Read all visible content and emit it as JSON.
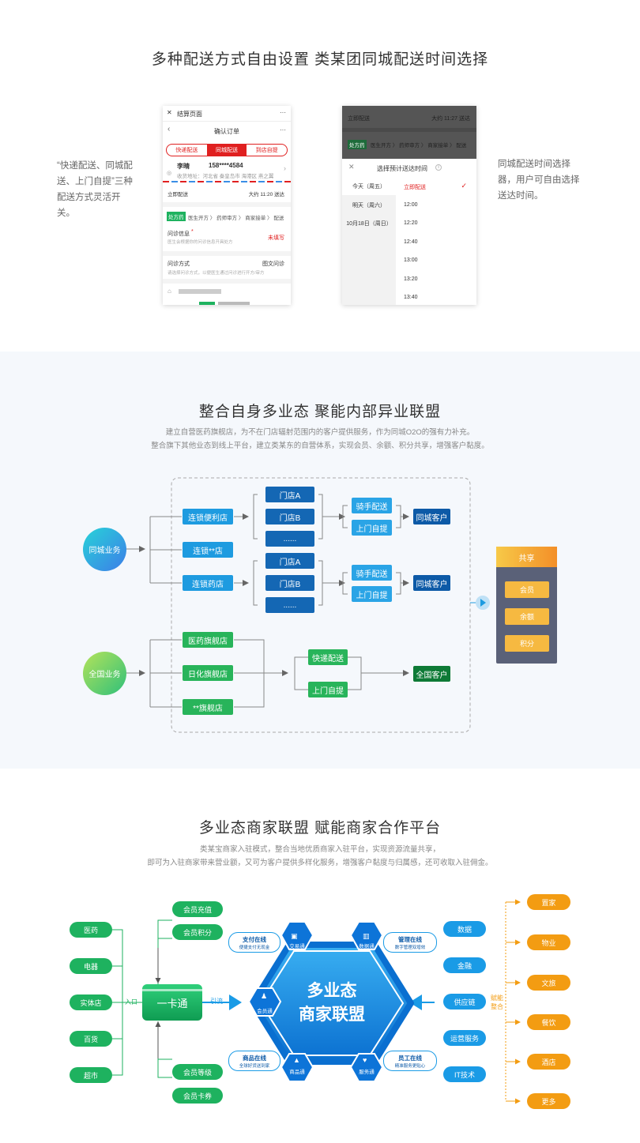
{
  "section1": {
    "title": "多种配送方式自由设置 类某团同城配送时间选择",
    "left_text": "“快递配送、同城配送、上门自提”三种配送方式灵活开关。",
    "right_text": "同城配送时间选择器，用户可自由选择送达时间。",
    "phone1": {
      "top_bar_close": "✕",
      "top_bar_title": "结算页面",
      "top_bar_more": "···",
      "nav_title": "确认订单",
      "tabs": [
        "快递配送",
        "同城配送",
        "到店自提"
      ],
      "contact_name": "李晴",
      "contact_phone": "158****4584",
      "address": "收货地址：河北省 秦皇岛市 海港区 燕之翼",
      "delivery_label": "立即配送",
      "delivery_value": "大约 11:20 送达",
      "badge": "处方药",
      "steps": "医生开方 〉 药师审方 〉 商家接单 〉 配送",
      "consult_label": "问诊信息",
      "consult_sub": "医生会根据你的问诊信息开具处方",
      "consult_status": "未填写",
      "method_label": "问诊方式",
      "method_value": "图文问诊",
      "method_sub": "请选择问诊方式，以便医生通过问诊进行开方/审方"
    },
    "phone2": {
      "bg_row1_left": "立即配送",
      "bg_row1_right": "大约 11:27 送达",
      "bg_badge": "处方药",
      "bg_steps": "医生开方 〉 药师审方 〉 商家接单 〉 配送",
      "sheet_title": "选择预计送达时间",
      "close": "✕",
      "days": [
        "今天（周五）",
        "明天（周六）",
        "10月18日（周日）"
      ],
      "times": [
        "立即配送",
        "12:00",
        "12:20",
        "12:40",
        "13:00",
        "13:20",
        "13:40"
      ]
    }
  },
  "section2": {
    "title": "整合自身多业态 聚能内部异业联盟",
    "sub1": "建立自营医药旗舰店，为不在门店辐射范围内的客户提供服务，作为同城O2O的强有力补充。",
    "sub2": "整合旗下其他业态到线上平台，建立类某东的自营体系，实现会员、余额、积分共享，增强客户黏度。",
    "city_biz": "同城业务",
    "nation_biz": "全国业务",
    "store1": "连锁便利店",
    "store2": "连锁**店",
    "store3": "连锁药店",
    "shops_a": [
      "门店A",
      "门店B",
      "......"
    ],
    "shops_b": [
      "门店A",
      "门店B",
      "......"
    ],
    "rider": "骑手配送",
    "pickup": "上门自提",
    "city_customer": "同城客户",
    "flag1": "医药旗舰店",
    "flag2": "日化旗舰店",
    "flag3": "**旗舰店",
    "express": "快递配送",
    "pickup2": "上门自提",
    "nation_customer": "全国客户",
    "share_title": "共享",
    "share_items": [
      "会员",
      "余额",
      "积分"
    ]
  },
  "section3": {
    "title": "多业态商家联盟 赋能商家合作平台",
    "sub1": "类某宝商家入驻模式，整合当地优质商家入驻平台，实现资源流量共享，",
    "sub2": "即可为入驻商家带来营业额，又可为客户提供多样化服务，增强客户黏度与归属感，还可收取入驻佣金。",
    "left_items": [
      "医药",
      "电器",
      "实体店",
      "百货",
      "超市"
    ],
    "entry": "入口",
    "card": "一卡通",
    "drain": "引流",
    "card_top": [
      "会员充值",
      "会员积分"
    ],
    "card_bottom": [
      "会员等级",
      "会员卡券"
    ],
    "center_line1": "多业态",
    "center_line2": "商家联盟",
    "hex": [
      {
        "name": "交易通",
        "title": "支付在线",
        "desc": "便捷支付无现金"
      },
      {
        "name": "数据通",
        "title": "管理在线",
        "desc": "数字管理双增效"
      },
      {
        "name": "会员通",
        "title": "",
        "desc": ""
      },
      {
        "name": "商品通",
        "title": "商品在线",
        "desc": "全球好货送到家"
      },
      {
        "name": "服务通",
        "title": "员工在线",
        "desc": "精准服务更贴心"
      }
    ],
    "right_mid": [
      "数据",
      "金融",
      "供应链",
      "运营服务",
      "IT技术"
    ],
    "empower": "赋能整合",
    "right_items": [
      "置家",
      "物业",
      "文旅",
      "餐饮",
      "酒店",
      "更多"
    ]
  },
  "colors": {
    "blue": "#1e9be0",
    "dark_blue": "#1467b4",
    "green": "#28b45a",
    "orange": "#f39c12",
    "red": "#e02020"
  }
}
